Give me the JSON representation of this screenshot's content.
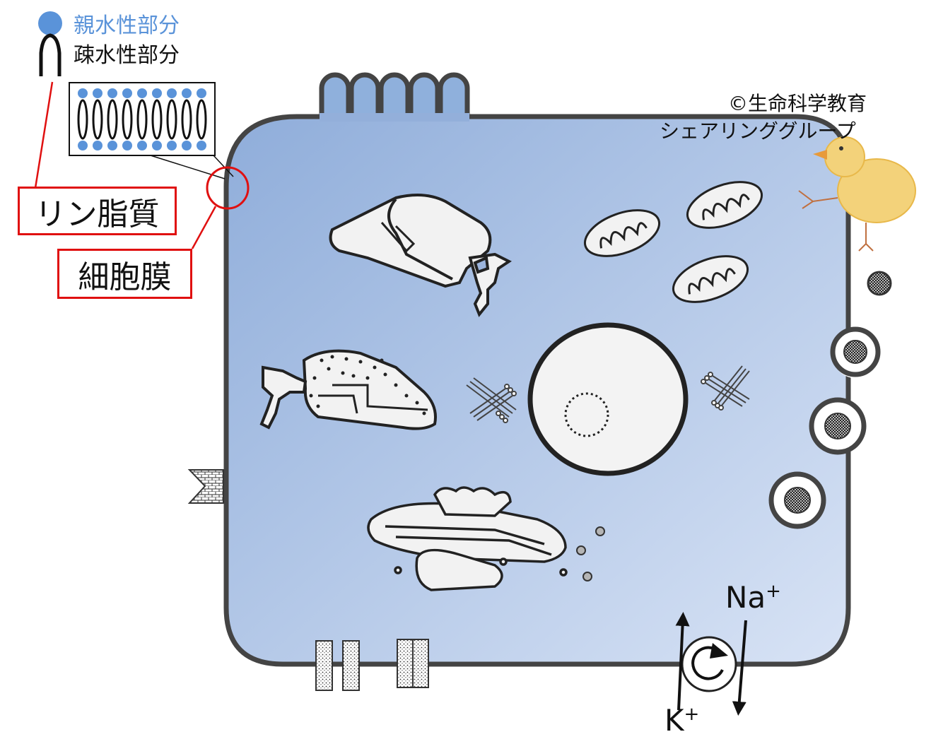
{
  "legend": {
    "hydrophilic_label": "親水性部分",
    "hydrophobic_label": "疎水性部分",
    "hydrophilic_color": "#5a93d9"
  },
  "labels": {
    "phospholipid": "リン脂質",
    "cell_membrane": "細胞膜"
  },
  "credit": {
    "line1": "©生命科学教育",
    "line2": "シェアリンググループ"
  },
  "pump": {
    "sodium_label": "Na",
    "potassium_label": "K",
    "charge": "+"
  },
  "colors": {
    "cell_fill_top": "#96b2dc",
    "cell_fill_bottom": "#d5e1f4",
    "membrane_stroke": "#444444",
    "highlight_red": "#e01010"
  },
  "icons": [
    "hydrophilic-head-icon",
    "hydrophobic-tail-icon",
    "bilayer-icon",
    "chick-icon",
    "sodium-potassium-pump-icon"
  ]
}
